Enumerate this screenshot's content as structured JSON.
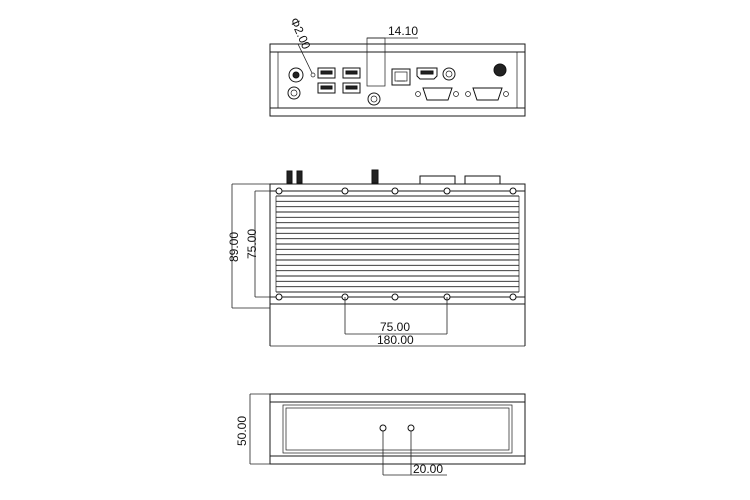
{
  "front_view": {
    "hole_diameter_label": "Φ2.00",
    "width_label": "14.10"
  },
  "top_view": {
    "height_outer_label": "89.00",
    "height_inner_label": "75.00",
    "hole_spacing_label": "75.00",
    "width_label": "180.00"
  },
  "bottom_view": {
    "height_label": "50.00",
    "hole_spacing_label": "20.00"
  }
}
